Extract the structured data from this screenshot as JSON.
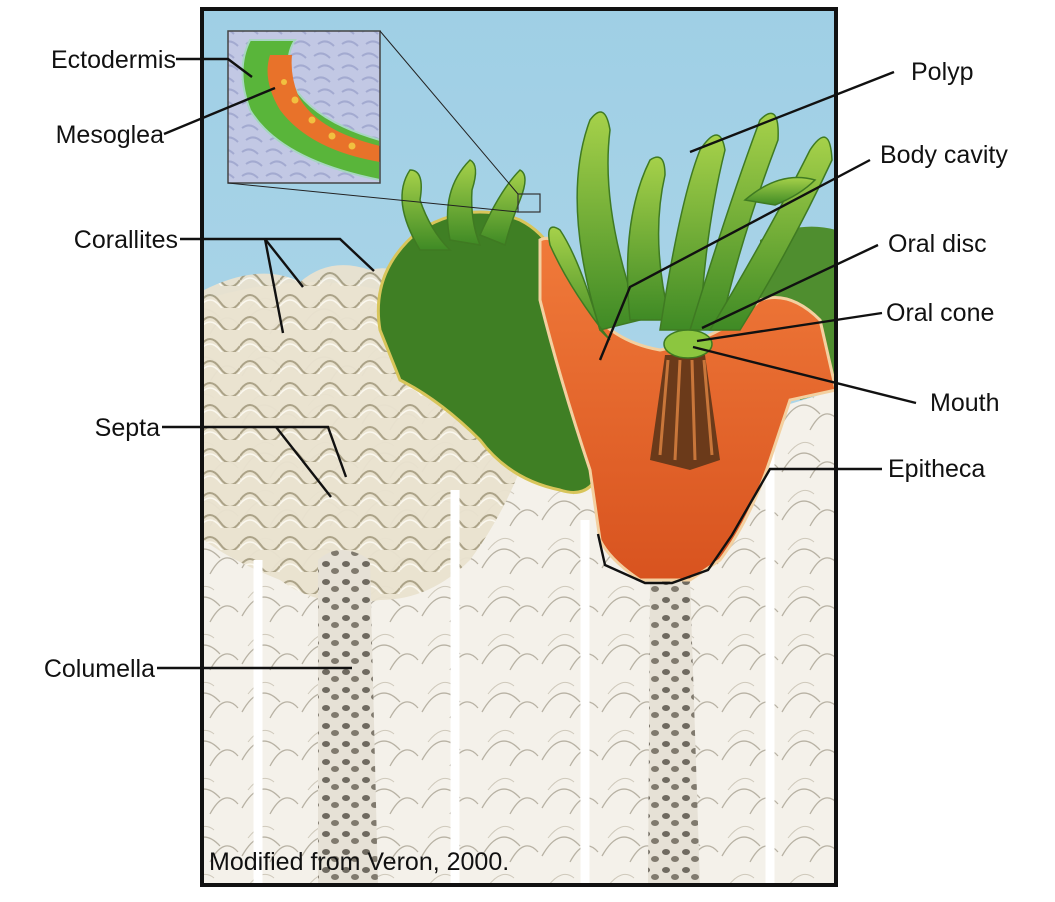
{
  "labels": {
    "ectodermis": "Ectodermis",
    "mesoglea": "Mesoglea",
    "corallites": "Corallites",
    "septa": "Septa",
    "columella": "Columella",
    "polyp": "Polyp",
    "body_cavity": "Body cavity",
    "oral_disc": "Oral disc",
    "oral_cone": "Oral cone",
    "mouth": "Mouth",
    "epitheca": "Epitheca"
  },
  "credit": "Modified from Veron, 2000.",
  "colors": {
    "sky": "#a9d3e6",
    "tissue_green": "#4f9a2c",
    "tentacle_green": "#8cc63f",
    "body_orange": "#e8612a",
    "skeleton": "#f3efe6",
    "frame": "#111111"
  }
}
